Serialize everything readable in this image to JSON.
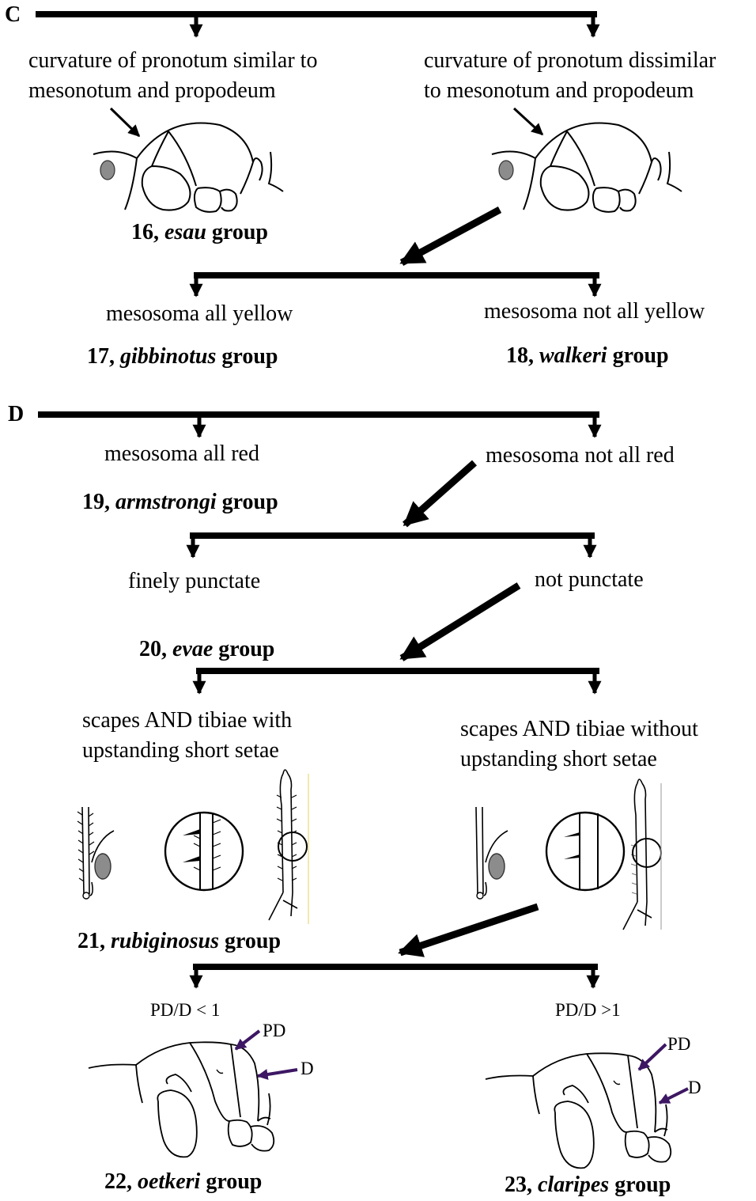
{
  "sections": {
    "c": {
      "letter": "C"
    },
    "d": {
      "letter": "D"
    }
  },
  "couplets": {
    "c1": {
      "left": [
        "curvature of pronotum similar to",
        "mesonotum and propodeum"
      ],
      "right": [
        "curvature of pronotum dissimilar",
        "to mesonotum and propodeum"
      ],
      "result": {
        "num": "16,",
        "name": "esau",
        "suffix": "group"
      }
    },
    "c2": {
      "left": "mesosoma all yellow",
      "right": "mesosoma not all yellow",
      "result_left": {
        "num": "17,",
        "name": "gibbinotus",
        "suffix": "group"
      },
      "result_right": {
        "num": "18,",
        "name": "walkeri",
        "suffix": "group"
      }
    },
    "d1": {
      "left": "mesosoma all red",
      "right": "mesosoma not all red",
      "result": {
        "num": "19,",
        "name": "armstrongi",
        "suffix": "group"
      }
    },
    "d2": {
      "left": "finely punctate",
      "right": "not  punctate",
      "result": {
        "num": "20,",
        "name": "evae",
        "suffix": "group"
      }
    },
    "d3": {
      "left": [
        "scapes AND tibiae with",
        "upstanding short setae"
      ],
      "right": [
        "scapes AND tibiae without",
        "upstanding short setae"
      ],
      "result": {
        "num": "21,",
        "name": "rubiginosus",
        "suffix": "group"
      }
    },
    "d4": {
      "left": "PD/D < 1",
      "right": "PD/D >1",
      "result_left": {
        "num": "22,",
        "name": "oetkeri",
        "suffix": "group"
      },
      "result_right": {
        "num": "23,",
        "name": "claripes",
        "suffix": "group"
      }
    }
  },
  "annotations": {
    "pd": "PD",
    "d": "D"
  },
  "colors": {
    "line": "#000000",
    "eye": "#8c8c8c",
    "measure_arrow": "#3d1763"
  }
}
